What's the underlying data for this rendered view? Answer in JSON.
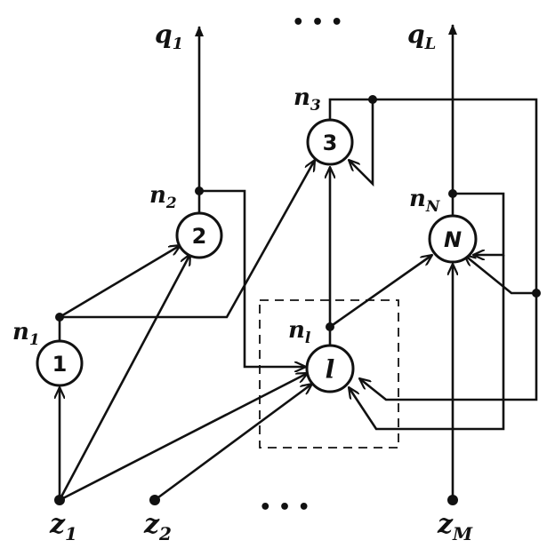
{
  "colors": {
    "ink": "#111111",
    "background": "#ffffff"
  },
  "nodes": [
    {
      "id": "1",
      "label": "1"
    },
    {
      "id": "2",
      "label": "2"
    },
    {
      "id": "3",
      "label": "3"
    },
    {
      "id": "l",
      "label": "l"
    },
    {
      "id": "N",
      "label": "N"
    }
  ],
  "state_labels": {
    "n1": {
      "base": "n",
      "sub": "1"
    },
    "n2": {
      "base": "n",
      "sub": "2"
    },
    "n3": {
      "base": "n",
      "sub": "3"
    },
    "nl": {
      "base": "n",
      "sub": "l"
    },
    "nN": {
      "base": "n",
      "sub": "N"
    }
  },
  "outputs": {
    "q1": {
      "base": "q",
      "sub": "1"
    },
    "qL": {
      "base": "q",
      "sub": "L"
    }
  },
  "inputs": {
    "z1": {
      "base": "z",
      "sub": "1"
    },
    "z2": {
      "base": "z",
      "sub": "2"
    },
    "zM": {
      "base": "z",
      "sub": "M"
    }
  },
  "ellipsis": {
    "top": "• • •",
    "bottom": "• • •"
  }
}
